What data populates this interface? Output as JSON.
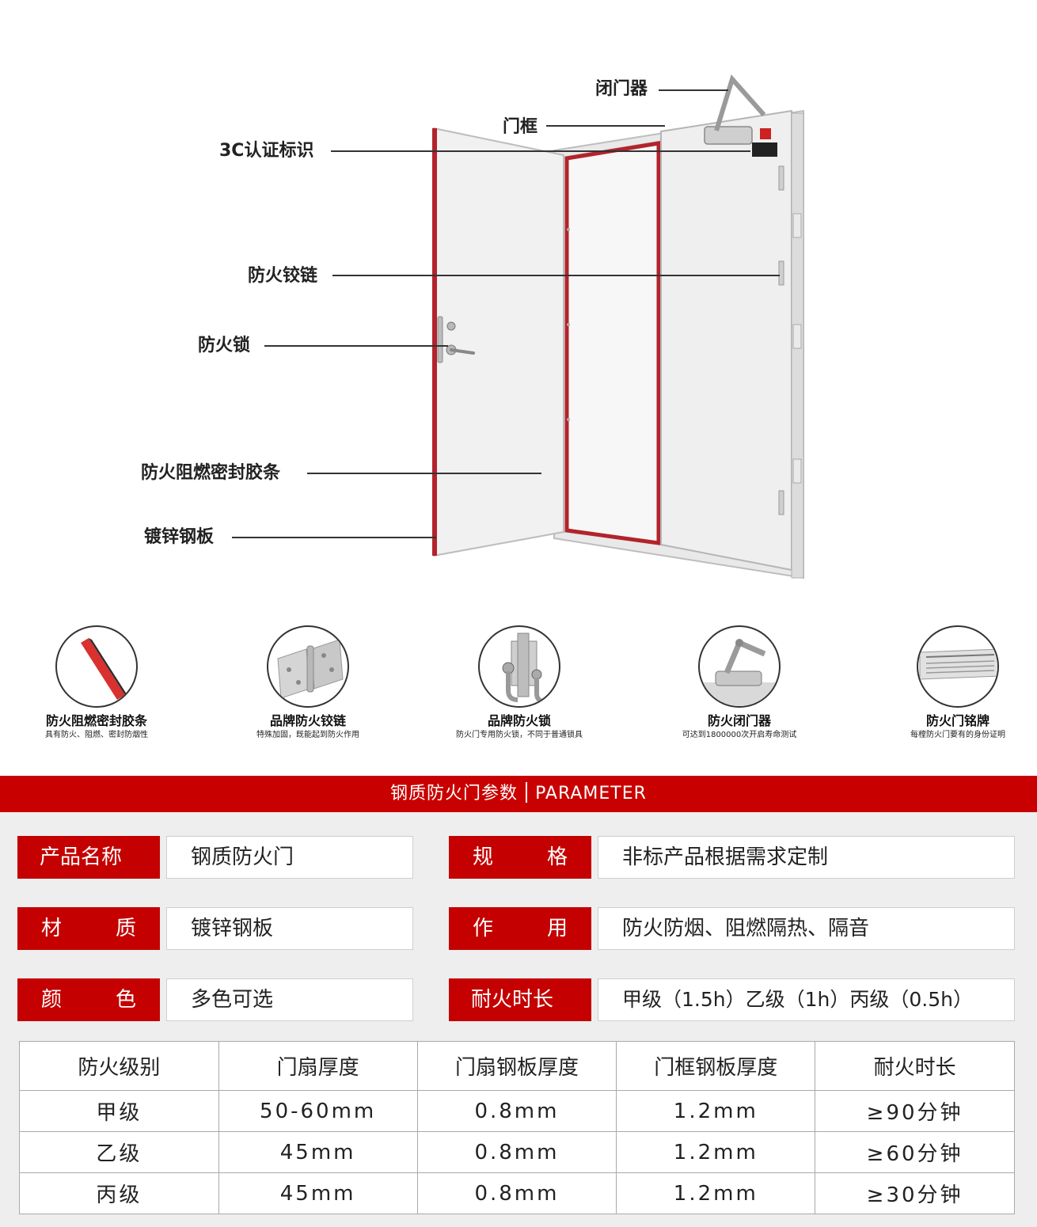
{
  "hero": {
    "callouts": {
      "closer": "闭门器",
      "frame": "门框",
      "cert": "3C认证标识",
      "hinge": "防火铰链",
      "lock": "防火锁",
      "seal": "防火阻燃密封胶条",
      "steel": "镀锌钢板"
    }
  },
  "features": [
    {
      "title": "防火阻燃密封胶条",
      "subtitle": "具有防火、阻燃、密封防烟性",
      "icon": "seal-strip-icon"
    },
    {
      "title": "品牌防火铰链",
      "subtitle": "特殊加固，既能起到防火作用",
      "icon": "hinge-icon"
    },
    {
      "title": "品牌防火锁",
      "subtitle": "防火门专用防火锁，不同于普通锁具",
      "icon": "lock-icon"
    },
    {
      "title": "防火闭门器",
      "subtitle": "可达到1800000次开启寿命测试",
      "icon": "door-closer-icon"
    },
    {
      "title": "防火门铭牌",
      "subtitle": "每樘防火门要有的身份证明",
      "icon": "nameplate-icon"
    }
  ],
  "banner": {
    "cn": "钢质防火门参数",
    "en": "PARAMETER"
  },
  "params": {
    "name": {
      "label": [
        "产品名称"
      ],
      "value": "钢质防火门"
    },
    "spec": {
      "label": [
        "规",
        "格"
      ],
      "value": "非标产品根据需求定制"
    },
    "material": {
      "label": [
        "材",
        "质"
      ],
      "value": "镀锌钢板"
    },
    "function": {
      "label": [
        "作",
        "用"
      ],
      "value": "防火防烟、阻燃隔热、隔音"
    },
    "color": {
      "label": [
        "颜",
        "色"
      ],
      "value": "多色可选"
    },
    "duration": {
      "label": [
        "耐火时长"
      ],
      "value": "甲级（1.5h）乙级（1h）丙级（0.5h）"
    }
  },
  "table": {
    "headers": [
      "防火级别",
      "门扇厚度",
      "门扇钢板厚度",
      "门框钢板厚度",
      "耐火时长"
    ],
    "rows": [
      [
        "甲级",
        "50-60mm",
        "0.8mm",
        "1.2mm",
        "≥90分钟"
      ],
      [
        "乙级",
        "45mm",
        "0.8mm",
        "1.2mm",
        "≥60分钟"
      ],
      [
        "丙级",
        "45mm",
        "0.8mm",
        "1.2mm",
        "≥30分钟"
      ]
    ]
  },
  "colors": {
    "brand_red": "#c40000",
    "panel_gray": "#eeeeee",
    "door_red": "#b3232b"
  }
}
